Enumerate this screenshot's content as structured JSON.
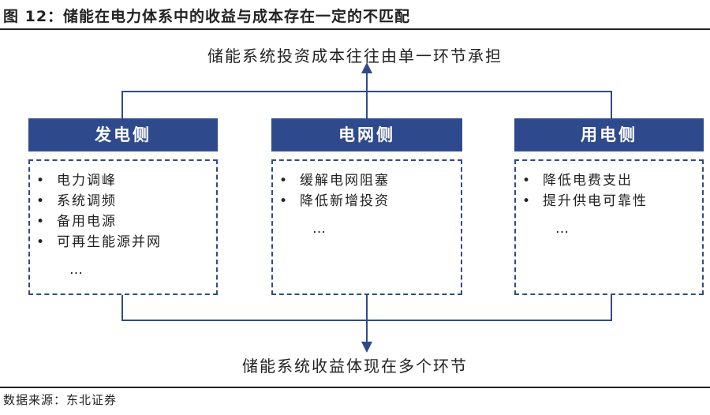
{
  "figure": {
    "title": "图 12：储能在电力体系中的收益与成本存在一定的不匹配",
    "source": "数据来源：东北证券"
  },
  "top_note": "储能系统投资成本往往由单一环节承担",
  "bottom_note": "储能系统收益体现在多个环节",
  "columns": [
    {
      "header": "发电侧",
      "items": [
        "电力调峰",
        "系统调频",
        "备用电源",
        "可再生能源并网"
      ],
      "ellipsis": "…"
    },
    {
      "header": "电网侧",
      "items": [
        "缓解电网阻塞",
        "降低新增投资"
      ],
      "ellipsis": "…"
    },
    {
      "header": "用电侧",
      "items": [
        "降低电费支出",
        "提升供电可靠性"
      ],
      "ellipsis": "…"
    }
  ],
  "colors": {
    "header_bg": "#2f4a8c",
    "box_border": "#2f4a8c",
    "line": "#2f4a8c"
  }
}
